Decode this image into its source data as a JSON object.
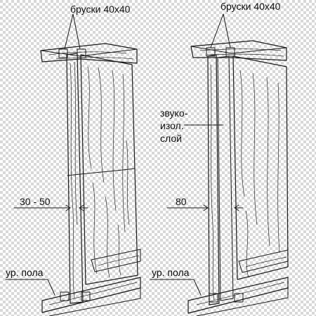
{
  "left_panel": {
    "top_label": "бруски 40x40",
    "gap_dimension": "30 - 50",
    "floor_label": "ур. пола"
  },
  "right_panel": {
    "top_label": "бруски 40x40",
    "gap_dimension": "80",
    "insulation_label_lines": [
      "звуко-",
      "изол.",
      "слой"
    ],
    "floor_label": "ур. пола"
  },
  "colors": {
    "background_checker": "#d8d8d8",
    "ink": "#1a1a1a",
    "wood_fill": "#ffffff"
  }
}
